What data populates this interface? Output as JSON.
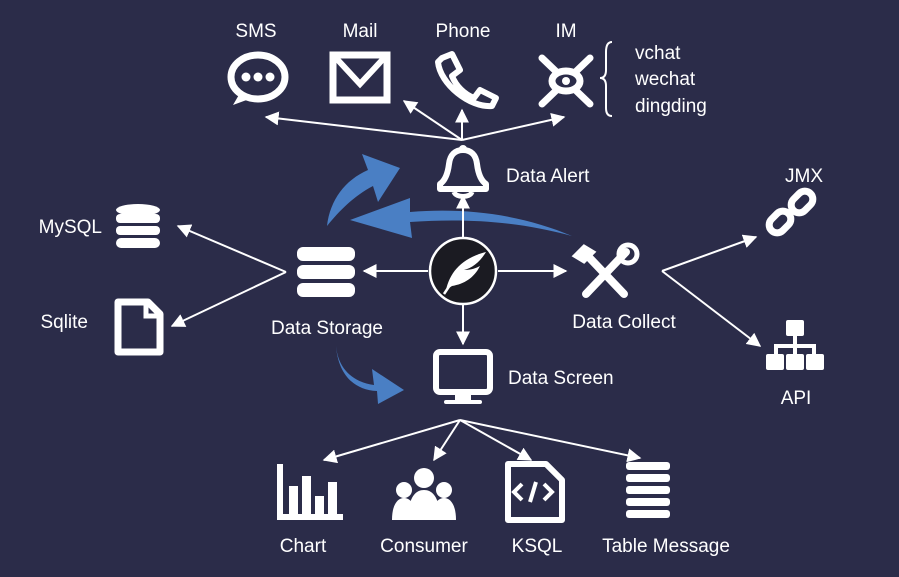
{
  "hub": {
    "icon": "feather-logo-icon"
  },
  "alert_channels": [
    {
      "label": "SMS",
      "icon": "chat-bubble-icon"
    },
    {
      "label": "Mail",
      "icon": "mail-icon"
    },
    {
      "label": "Phone",
      "icon": "phone-icon"
    },
    {
      "label": "IM",
      "icon": "im-icon"
    }
  ],
  "im_apps": [
    "vchat",
    "wechat",
    "dingding"
  ],
  "data_alert": {
    "label": "Data Alert",
    "icon": "bell-icon"
  },
  "data_storage": {
    "label": "Data Storage",
    "icon": "storage-stack-icon"
  },
  "data_collect": {
    "label": "Data Collect",
    "icon": "tools-icon"
  },
  "data_screen": {
    "label": "Data Screen",
    "icon": "monitor-icon"
  },
  "storage_backends": [
    {
      "label": "MySQL",
      "icon": "database-icon"
    },
    {
      "label": "Sqlite",
      "icon": "file-icon"
    }
  ],
  "collect_sources": [
    {
      "label": "JMX",
      "icon": "link-icon"
    },
    {
      "label": "API",
      "icon": "network-icon"
    }
  ],
  "screen_views": [
    {
      "label": "Chart",
      "icon": "bar-chart-icon"
    },
    {
      "label": "Consumer",
      "icon": "users-icon"
    },
    {
      "label": "KSQL",
      "icon": "code-file-icon"
    },
    {
      "label": "Table Message",
      "icon": "table-lines-icon"
    }
  ],
  "colors": {
    "background": "#2b2c49",
    "foreground": "#ffffff",
    "flow_arrow": "#4a7fc4"
  }
}
